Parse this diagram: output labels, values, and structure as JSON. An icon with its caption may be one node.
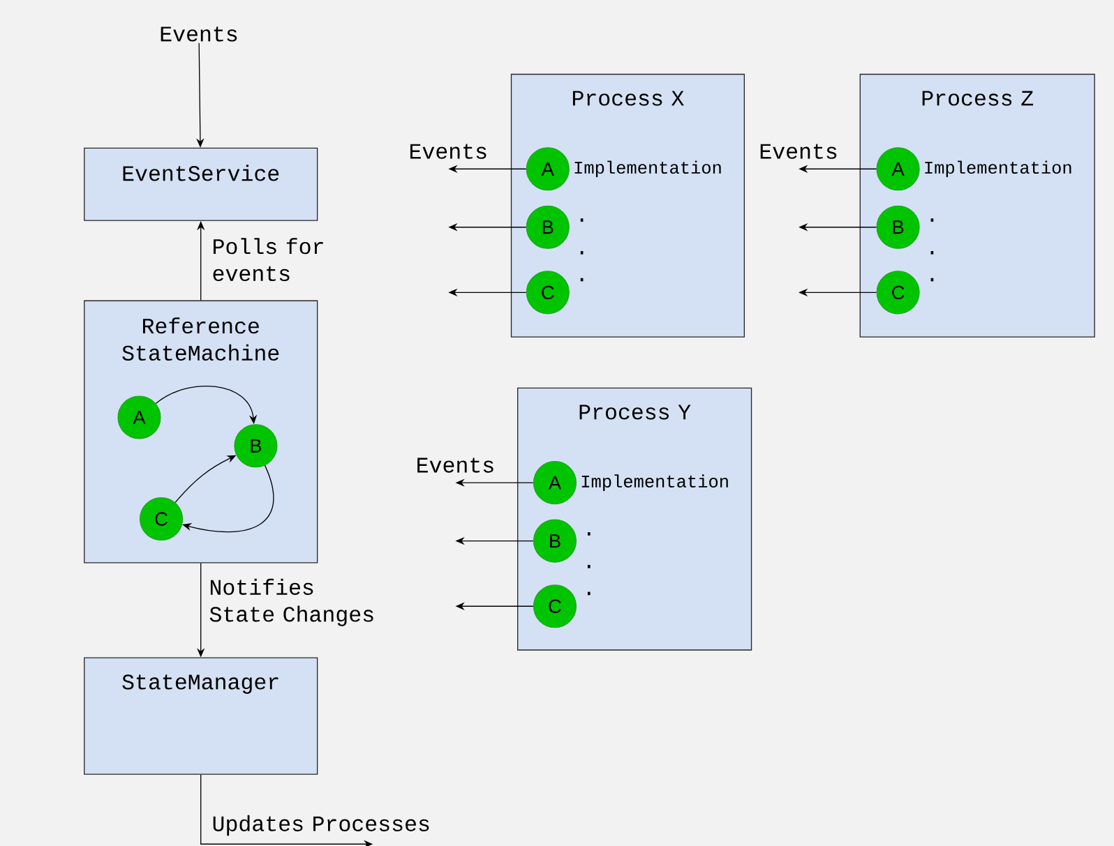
{
  "diagram": {
    "nodes": [
      {
        "text": [
          "Events"
        ]
      },
      {
        "text": [
          "EventService"
        ]
      },
      {
        "text": [
          "Reference StateMachine"
        ]
      },
      {
        "text": [
          "A"
        ],
        "in": 2
      },
      {
        "text": [
          "B"
        ],
        "in": 2
      },
      {
        "text": [
          "C"
        ],
        "in": 2
      },
      {
        "text": [
          "StateManager"
        ]
      },
      {
        "text": [
          "Process X"
        ]
      },
      {
        "text": [
          "A"
        ],
        "in": 7,
        "beside": [
          "Implementation"
        ]
      },
      {
        "text": [
          "B"
        ],
        "in": 7
      },
      {
        "text": [
          "C"
        ],
        "in": 7
      },
      {
        "text": [
          "Process Z"
        ]
      },
      {
        "text": [
          "A"
        ],
        "in": 11,
        "beside": [
          "Implementation"
        ]
      },
      {
        "text": [
          "B"
        ],
        "in": 11
      },
      {
        "text": [
          "C"
        ],
        "in": 11
      },
      {
        "text": [
          "Process Y"
        ]
      },
      {
        "text": [
          "A"
        ],
        "in": 15,
        "beside": [
          "Implementation"
        ]
      },
      {
        "text": [
          "B"
        ],
        "in": 15
      },
      {
        "text": [
          "C"
        ],
        "in": 15
      }
    ],
    "edges": [
      {
        "from": 0,
        "to": 1,
        "arrow": "to"
      },
      {
        "from": 2,
        "to": 1,
        "arrow": "to",
        "label": "Polls for events"
      },
      {
        "from": 2,
        "to": 6,
        "arrow": "to",
        "label": "Notifies State Changes"
      },
      {
        "from": 6,
        "to": null,
        "arrow": "to",
        "label": "Updates Processes"
      },
      {
        "from": 3,
        "to": 4,
        "arrow": "to"
      },
      {
        "from": 5,
        "to": 4,
        "arrow": "to"
      },
      {
        "from": 4,
        "to": 5,
        "arrow": "to"
      },
      {
        "from": 8,
        "to": null,
        "arrow": "to",
        "label": "Events"
      },
      {
        "from": 9,
        "to": null,
        "arrow": "to"
      },
      {
        "from": 10,
        "to": null,
        "arrow": "to"
      },
      {
        "from": 12,
        "to": null,
        "arrow": "to",
        "label": "Events"
      },
      {
        "from": 13,
        "to": null,
        "arrow": "to"
      },
      {
        "from": 14,
        "to": null,
        "arrow": "to"
      },
      {
        "from": 16,
        "to": null,
        "arrow": "to",
        "label": "Events"
      },
      {
        "from": 17,
        "to": null,
        "arrow": "to"
      },
      {
        "from": 18,
        "to": null,
        "arrow": "to"
      }
    ],
    "labels": [
      ".",
      ".",
      ".",
      ".",
      ".",
      ".",
      ".",
      ".",
      "."
    ]
  }
}
